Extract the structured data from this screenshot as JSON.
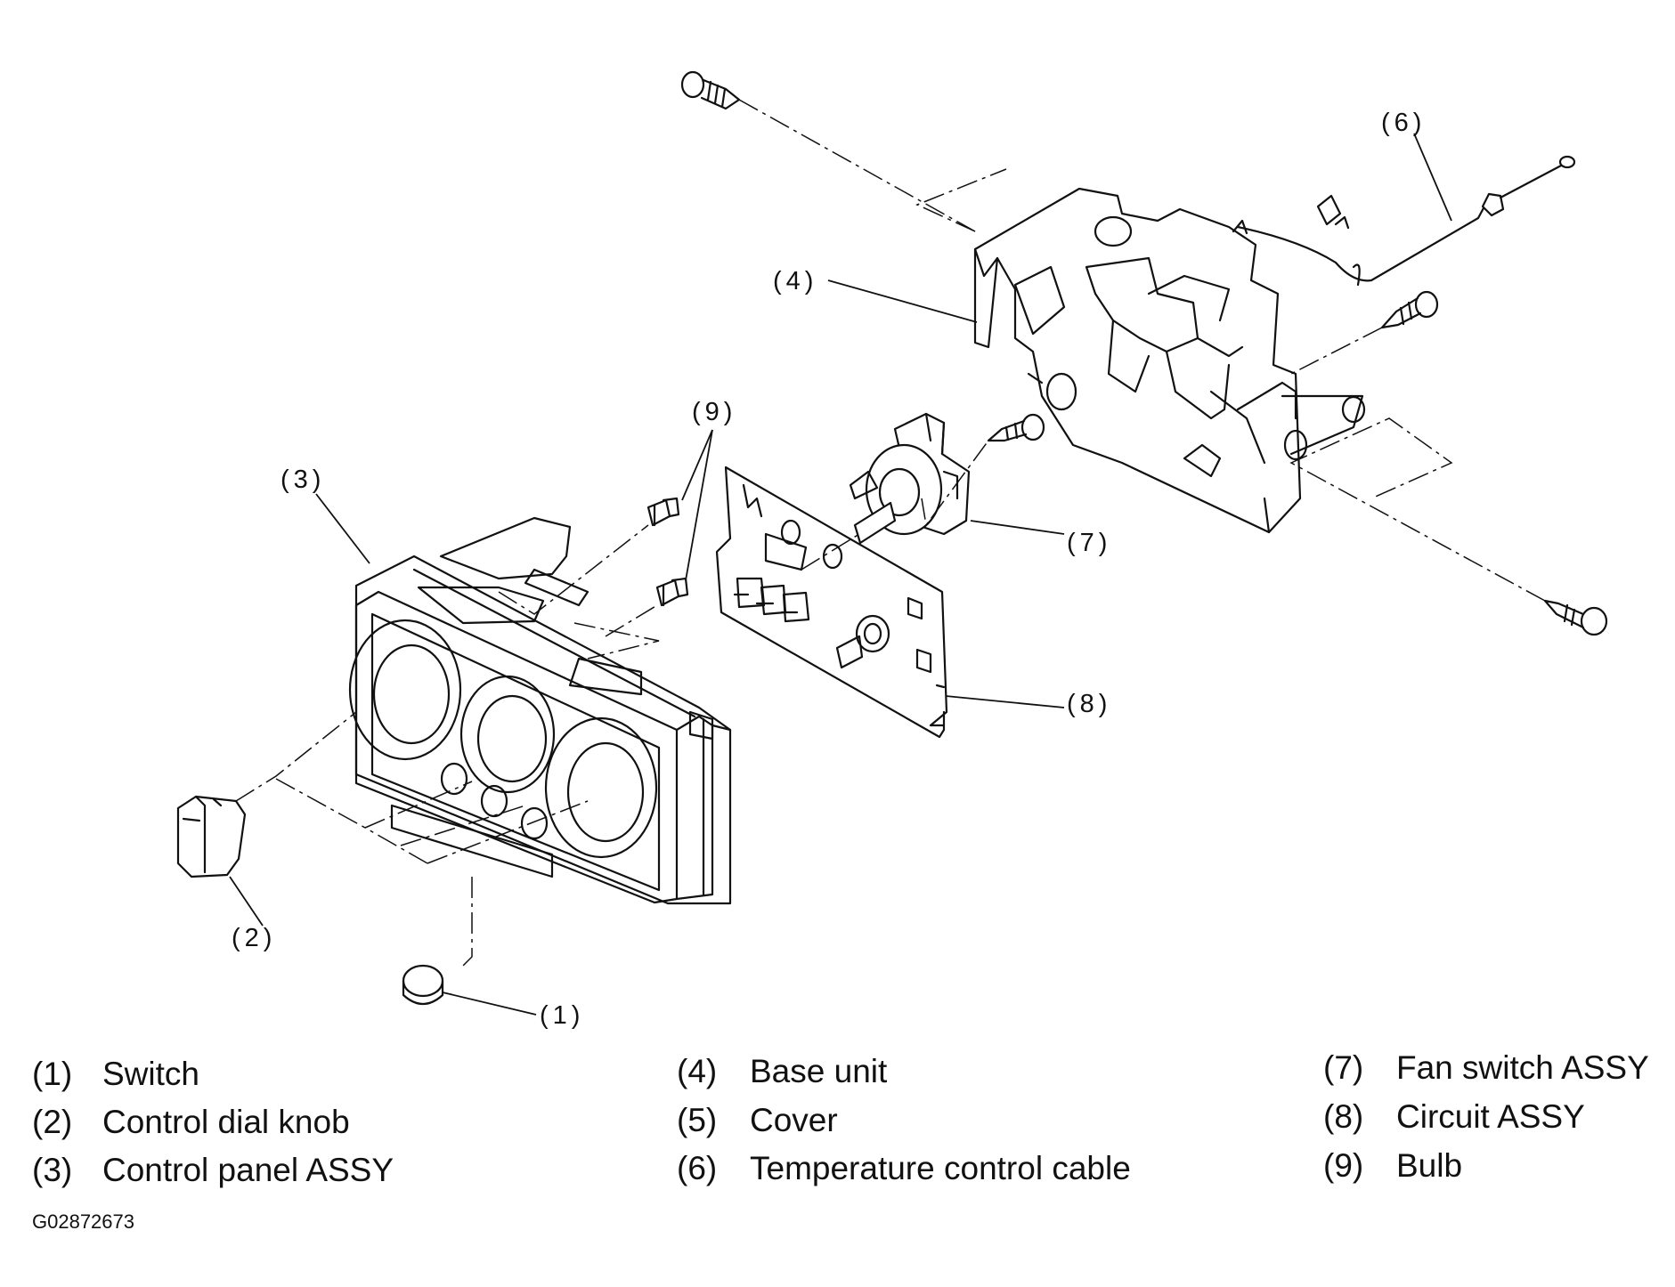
{
  "callouts": {
    "c1": "(1)",
    "c2": "(2)",
    "c3": "(3)",
    "c4": "(4)",
    "c6": "(6)",
    "c7": "(7)",
    "c8": "(8)",
    "c9": "(9)"
  },
  "legend": [
    {
      "num": "(1)",
      "text": "Switch"
    },
    {
      "num": "(2)",
      "text": "Control dial knob"
    },
    {
      "num": "(3)",
      "text": "Control panel ASSY"
    },
    {
      "num": "(4)",
      "text": "Base unit"
    },
    {
      "num": "(5)",
      "text": "Cover"
    },
    {
      "num": "(6)",
      "text": "Temperature control cable"
    },
    {
      "num": "(7)",
      "text": "Fan switch ASSY"
    },
    {
      "num": "(8)",
      "text": "Circuit ASSY"
    },
    {
      "num": "(9)",
      "text": "Bulb"
    }
  ],
  "figure_id": "G02872673"
}
